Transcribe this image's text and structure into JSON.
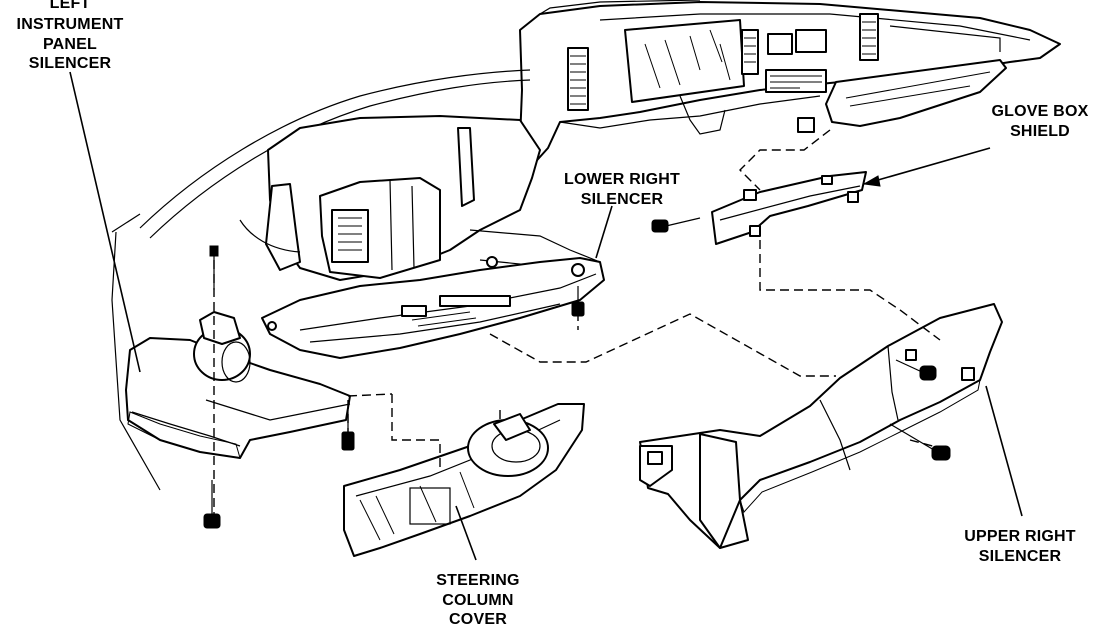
{
  "labels": {
    "left_silencer": [
      "LEFT",
      "INSTRUMENT",
      "PANEL",
      "SILENCER"
    ],
    "lower_right_silencer": [
      "LOWER RIGHT",
      "SILENCER"
    ],
    "glove_box_shield": [
      "GLOVE BOX",
      "SHIELD"
    ],
    "steering_column_cover": [
      "STEERING",
      "COLUMN",
      "COVER"
    ],
    "upper_right_silencer": [
      "UPPER RIGHT",
      "SILENCER"
    ]
  }
}
